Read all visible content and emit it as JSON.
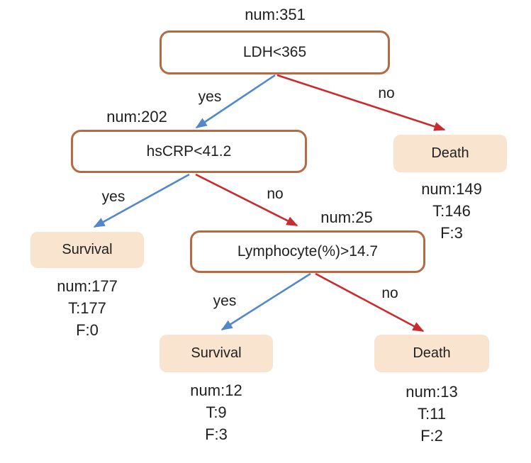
{
  "diagram": {
    "type": "decision-tree",
    "colors": {
      "yes_arrow": "#5288c7",
      "no_arrow": "#c92b2f",
      "node_border": "#b36b43",
      "leaf_fill": "#f9e4d0",
      "text": "#1f1f1f"
    },
    "nodes": {
      "root": {
        "count": "num:351",
        "label": "LDH<365"
      },
      "hscrp": {
        "count": "num:202",
        "label": "hsCRP<41.2"
      },
      "lymph": {
        "count": "num:25",
        "label": "Lymphocyte(%)>14.7"
      }
    },
    "leaves": {
      "survival_left": {
        "label": "Survival",
        "stats": [
          "num:177",
          "T:177",
          "F:0"
        ]
      },
      "death_right": {
        "label": "Death",
        "stats": [
          "num:149",
          "T:146",
          "F:3"
        ]
      },
      "survival_mid": {
        "label": "Survival",
        "stats": [
          "num:12",
          "T:9",
          "F:3"
        ]
      },
      "death_bottom": {
        "label": "Death",
        "stats": [
          "num:13",
          "T:11",
          "F:2"
        ]
      }
    },
    "edges": [
      {
        "from": "root",
        "to": "hscrp",
        "label": "yes"
      },
      {
        "from": "root",
        "to": "death_right",
        "label": "no"
      },
      {
        "from": "hscrp",
        "to": "survival_left",
        "label": "yes"
      },
      {
        "from": "hscrp",
        "to": "lymph",
        "label": "no"
      },
      {
        "from": "lymph",
        "to": "survival_mid",
        "label": "yes"
      },
      {
        "from": "lymph",
        "to": "death_bottom",
        "label": "no"
      }
    ]
  }
}
